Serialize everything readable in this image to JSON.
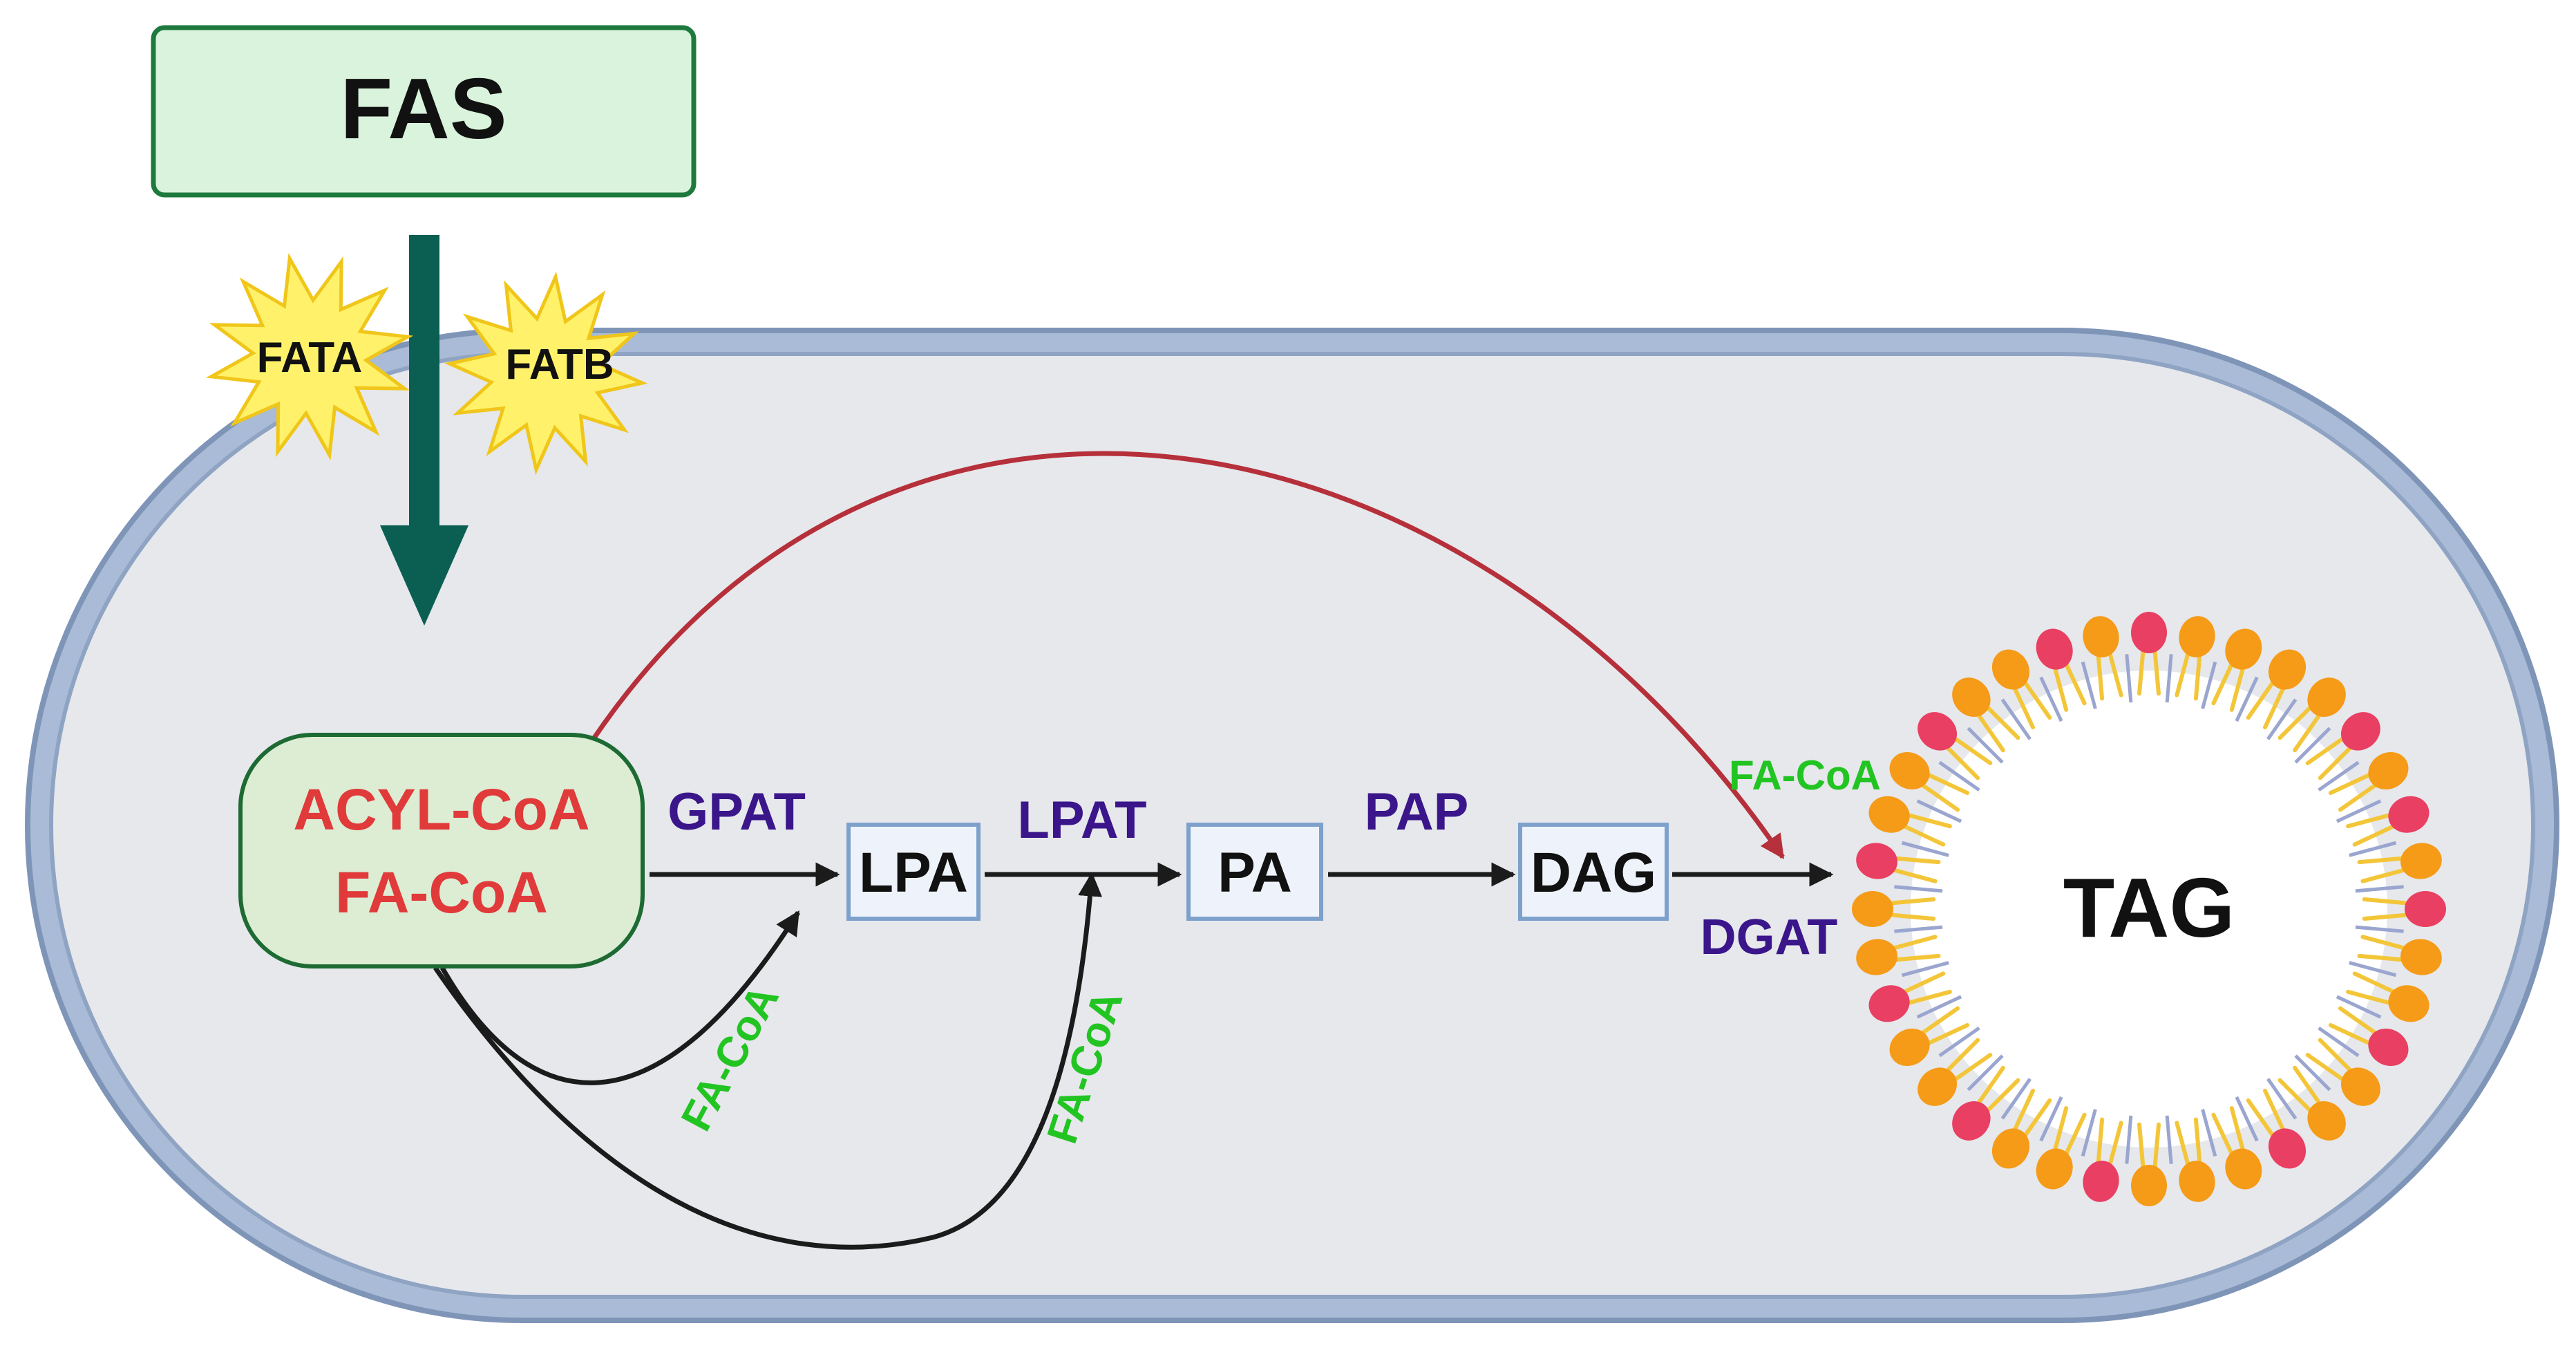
{
  "fas": {
    "label": "FAS"
  },
  "thioesterases": [
    {
      "id": "fata",
      "label": "FATA"
    },
    {
      "id": "fatb",
      "label": "FATB"
    }
  ],
  "source": {
    "line1": "ACYL-CoA",
    "line2": "FA-CoA"
  },
  "intermediates": [
    {
      "id": "lpa",
      "label": "LPA"
    },
    {
      "id": "pa",
      "label": "PA"
    },
    {
      "id": "dag",
      "label": "DAG"
    }
  ],
  "enzymes": {
    "gpat": "GPAT",
    "lpat": "LPAT",
    "pap": "PAP",
    "dgat": "DGAT"
  },
  "cofactors": {
    "fa_coa_lpa": "FA-CoA",
    "fa_coa_pa": "FA-CoA",
    "fa_coa_tag": "FA-CoA"
  },
  "product": {
    "label": "TAG"
  },
  "colors": {
    "fas_fill": "#d9f3dc",
    "fas_border": "#1e7a3c",
    "cell_fill": "#e6e8ec",
    "cell_membrane": "#a9bbd6",
    "cell_membrane_dark": "#7f95b8",
    "source_fill": "#dcedd4",
    "source_border": "#1d6a33",
    "source_text": "#e03a3a",
    "enzyme_text": "#3a168a",
    "cofactor_text": "#22c422",
    "teal_arrow": "#0b5e52",
    "red_arrow": "#b5303a",
    "box_fill": "#eef3fb",
    "box_border": "#7ea1cc",
    "star_fill": "#fff26a",
    "star_border": "#f0c61a",
    "lipid_head_orange": "#f59b17",
    "lipid_head_pink": "#e83f63",
    "lipid_tail": "#f3c63a",
    "lipid_link": "#9aa6cf"
  }
}
